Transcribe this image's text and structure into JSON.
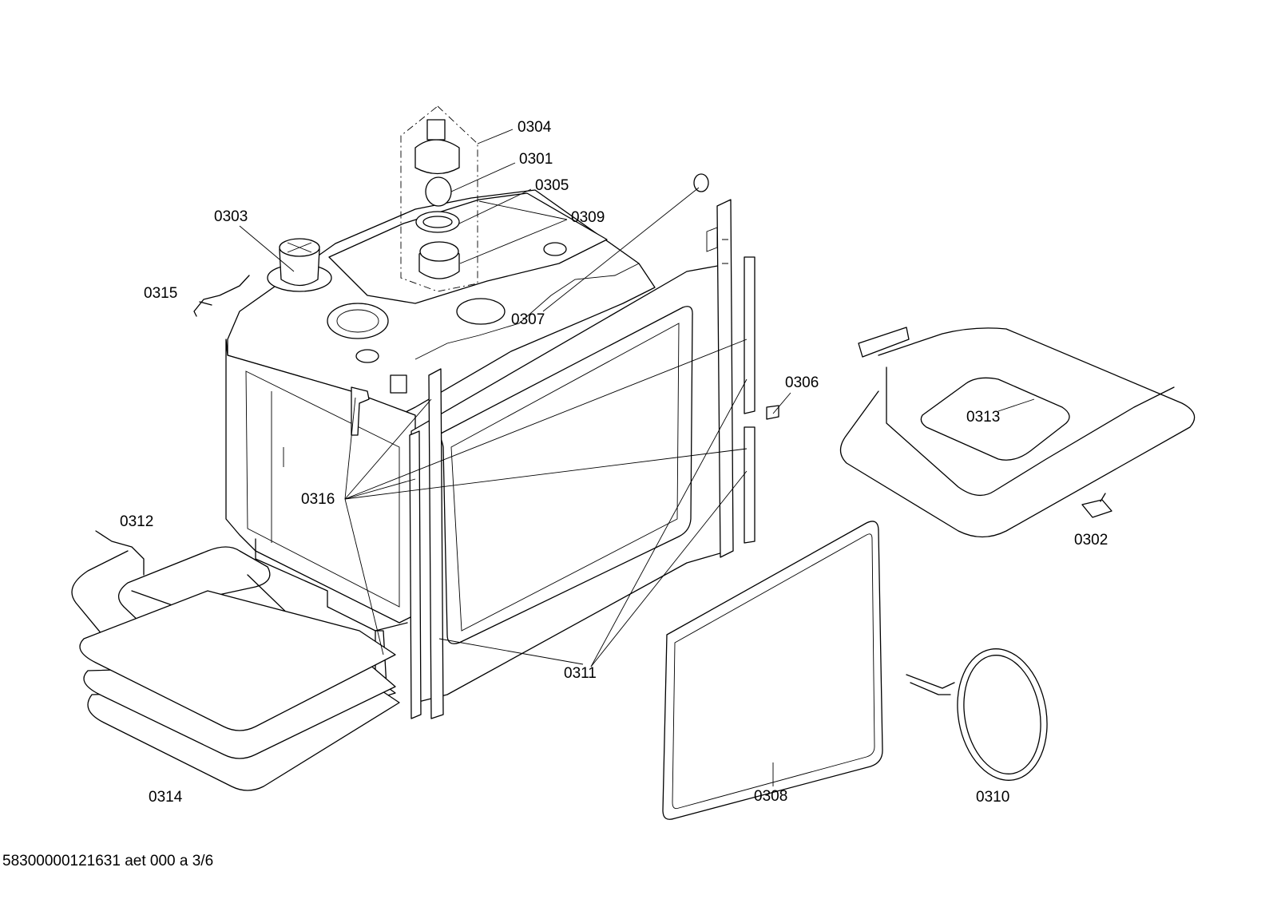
{
  "parts": [
    {
      "id": "p0301",
      "label": "0301"
    },
    {
      "id": "p0302",
      "label": "0302"
    },
    {
      "id": "p0303",
      "label": "0303"
    },
    {
      "id": "p0304",
      "label": "0304"
    },
    {
      "id": "p0305",
      "label": "0305"
    },
    {
      "id": "p0306",
      "label": "0306"
    },
    {
      "id": "p0307",
      "label": "0307"
    },
    {
      "id": "p0308",
      "label": "0308"
    },
    {
      "id": "p0309",
      "label": "0309"
    },
    {
      "id": "p0310",
      "label": "0310"
    },
    {
      "id": "p0311",
      "label": "0311"
    },
    {
      "id": "p0312",
      "label": "0312"
    },
    {
      "id": "p0313",
      "label": "0313"
    },
    {
      "id": "p0314",
      "label": "0314"
    },
    {
      "id": "p0315",
      "label": "0315"
    },
    {
      "id": "p0316",
      "label": "0316"
    }
  ],
  "footer": "58300000121631 aet 000 a 3/6"
}
